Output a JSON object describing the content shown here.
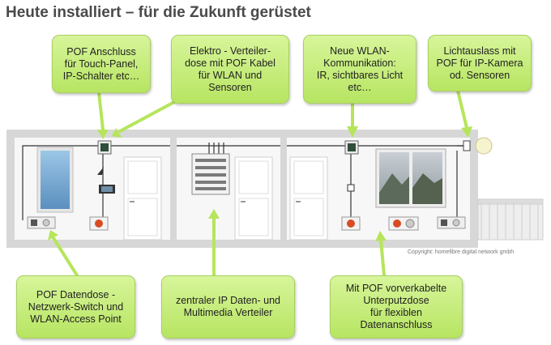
{
  "title": "Heute installiert – für die Zukunft gerüstet",
  "copyright": "Copyright: homefibre digital network gmbh",
  "callouts": {
    "pof_anschluss": "POF Anschluss\nfür Touch-Panel,\nIP-Schalter etc…",
    "elektro_verteiler": "Elektro - Verteiler-\ndose mit POF Kabel\nfür WLAN und\nSensoren",
    "wlan_kommunikation": "Neue WLAN-\nKommunikation:\nIR, sichtbares Licht\netc…",
    "lichtauslass": "Lichtauslass mit\nPOF für IP-Kamera\nod. Sensoren",
    "datendose": "POF  Datendose -\nNetzwerk-Switch und\nWLAN-Access Point",
    "zentraler_verteiler": "zentraler IP Daten- und\nMultimedia Verteiler",
    "unterputzdose": "Mit POF vorverkabelte\nUnterputzdose\nfür flexiblen\nDatenanschluss"
  },
  "colors": {
    "callout_fill": "#c6ee7c",
    "wall": "#dcdcdc",
    "cable": "#333333",
    "arrow": "#b6e55c"
  }
}
